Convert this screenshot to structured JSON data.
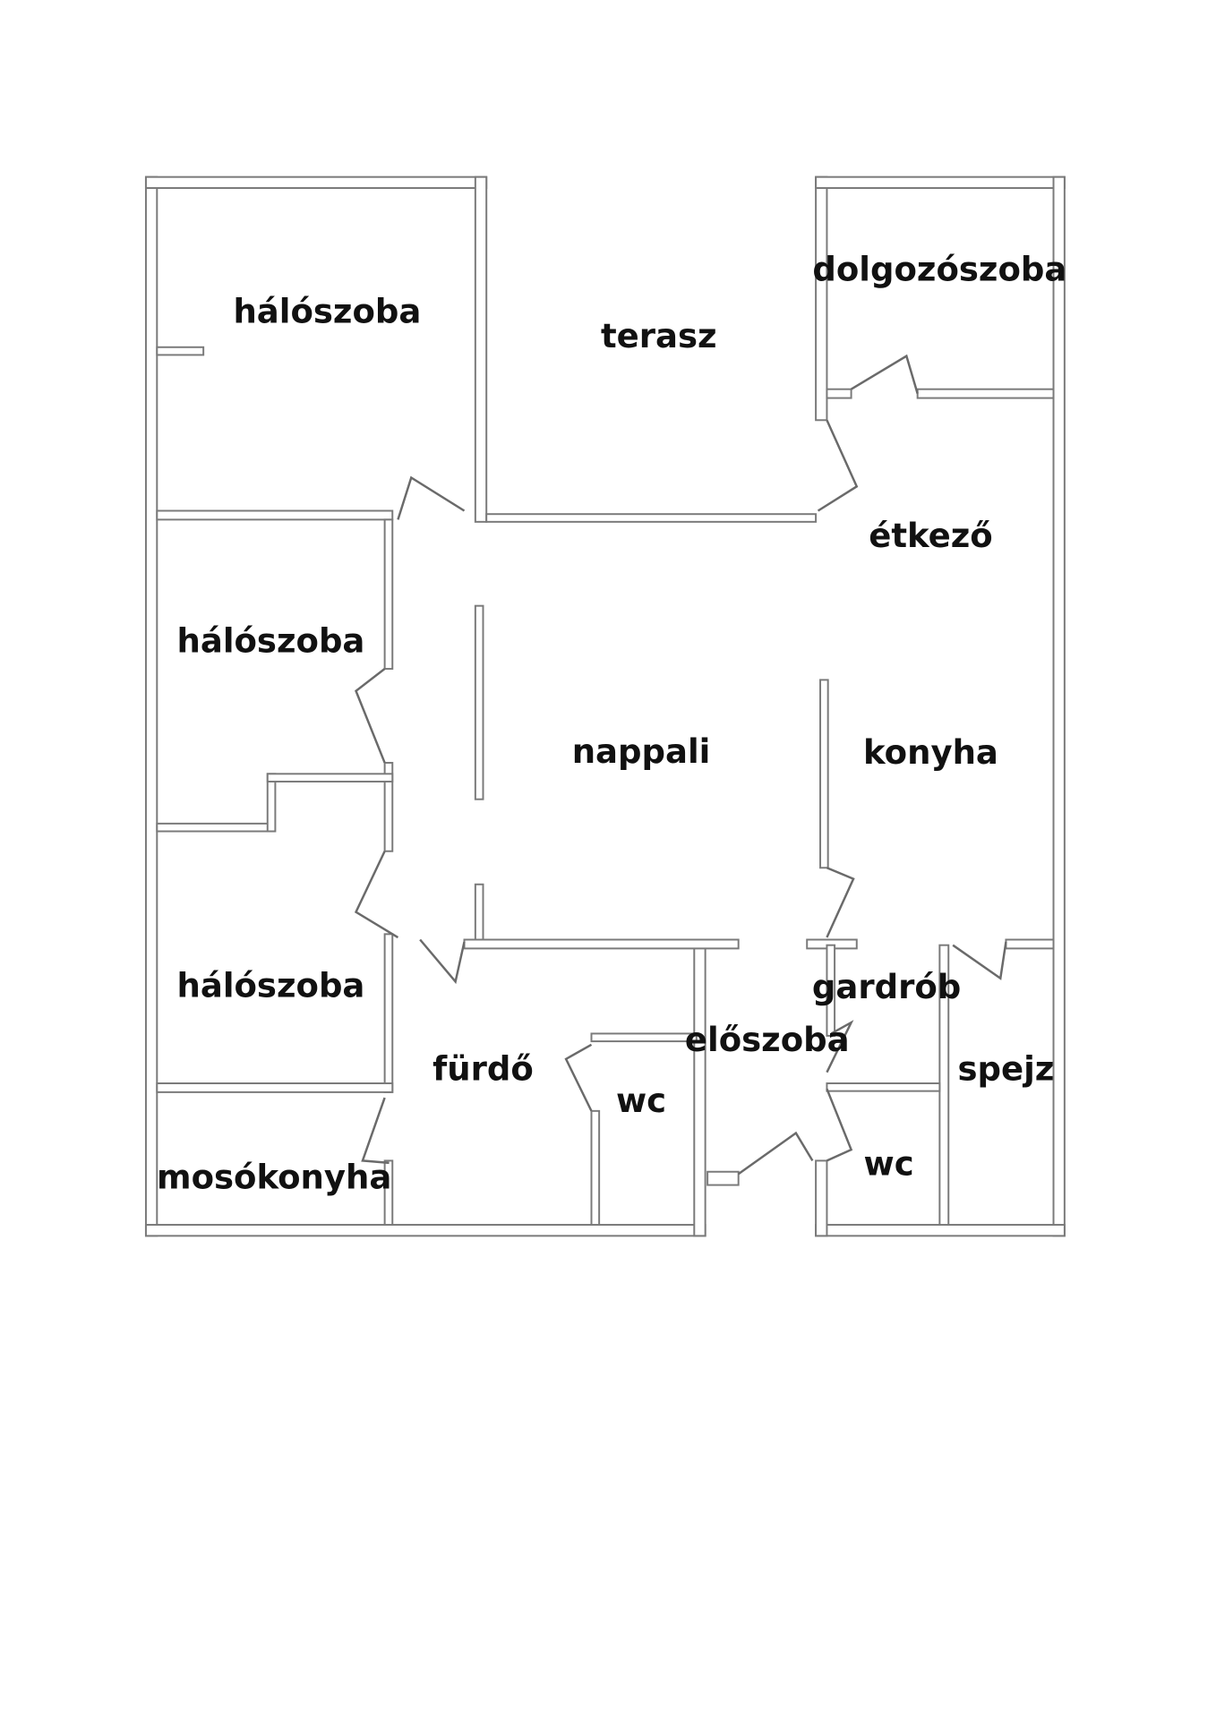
{
  "plan": {
    "rooms": [
      {
        "id": "bedroom-1",
        "label": "hálószoba"
      },
      {
        "id": "terrace",
        "label": "terasz"
      },
      {
        "id": "study",
        "label": "dolgozószoba"
      },
      {
        "id": "dining",
        "label": "étkező"
      },
      {
        "id": "bedroom-2",
        "label": "hálószoba"
      },
      {
        "id": "living",
        "label": "nappali"
      },
      {
        "id": "kitchen",
        "label": "konyha"
      },
      {
        "id": "bedroom-3",
        "label": "hálószoba"
      },
      {
        "id": "wardrobe",
        "label": "gardrób"
      },
      {
        "id": "hall",
        "label": "előszoba"
      },
      {
        "id": "bathroom",
        "label": "fürdő"
      },
      {
        "id": "wc-1",
        "label": "wc"
      },
      {
        "id": "pantry",
        "label": "spejz"
      },
      {
        "id": "wc-2",
        "label": "wc"
      },
      {
        "id": "laundry",
        "label": "mosókonyha"
      }
    ],
    "colors": {
      "wall": "#7a7a7a",
      "text": "#111111",
      "background": "#ffffff"
    }
  }
}
